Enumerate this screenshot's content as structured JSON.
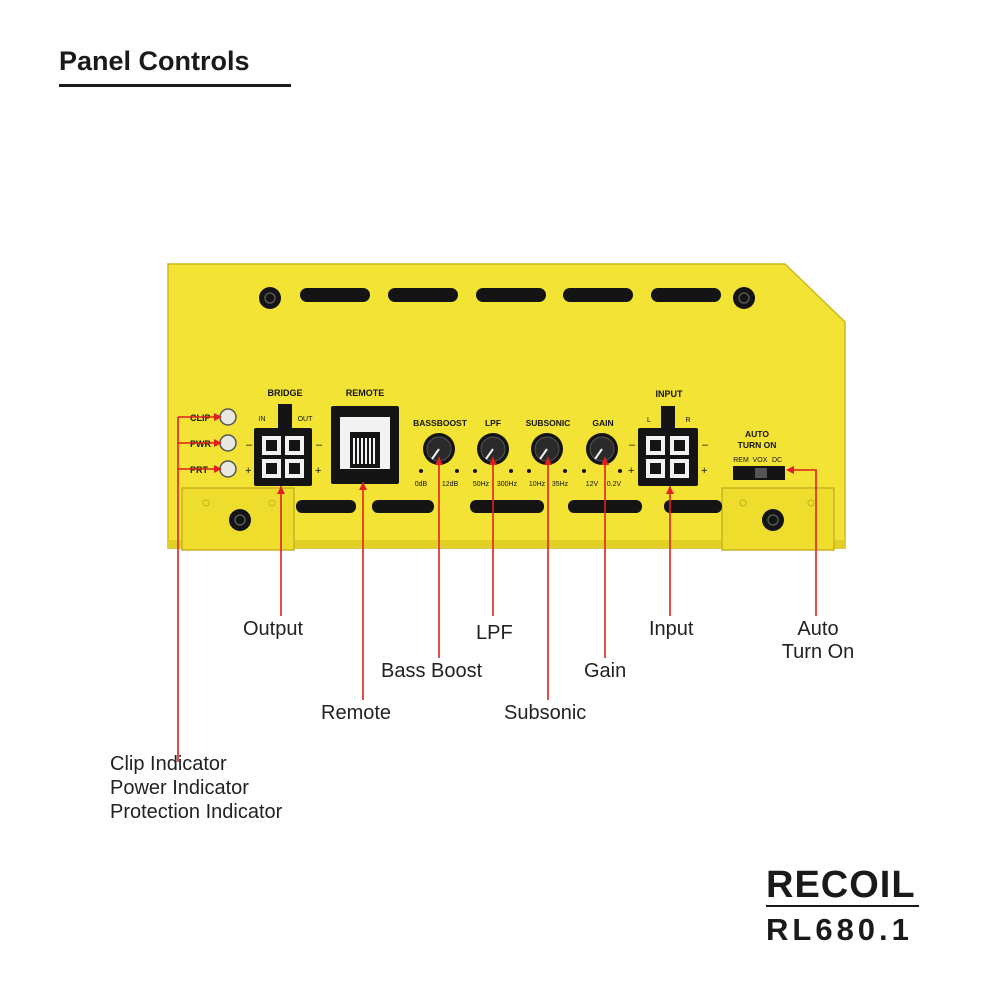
{
  "header": {
    "title": "Panel Controls"
  },
  "panel": {
    "colors": {
      "body": "#f2e334",
      "body_shade": "#e2cf25",
      "red_line": "#e02020",
      "dark": "#141414"
    },
    "labels": {
      "bridge": "BRIDGE",
      "bridge_in": "IN",
      "bridge_out": "OUT",
      "remote": "REMOTE",
      "bassboost": "BASSBOOST",
      "bass_min": "0dB",
      "bass_max": "12dB",
      "lpf": "LPF",
      "lpf_min": "50Hz",
      "lpf_max": "300Hz",
      "subsonic": "SUBSONIC",
      "sub_min": "10Hz",
      "sub_max": "35Hz",
      "gain": "GAIN",
      "gain_min": "12V",
      "gain_max": "0.2V",
      "input": "INPUT",
      "input_l": "L",
      "input_r": "R",
      "auto": "AUTO",
      "turn_on": "TURN ON",
      "rem": "REM",
      "vox": "VOX",
      "dc": "DC",
      "clip": "CLIP",
      "pwr": "PWR",
      "prt": "PRT",
      "minus": "–",
      "plus": "+"
    }
  },
  "callouts": {
    "output": "Output",
    "remote": "Remote",
    "bass_boost": "Bass Boost",
    "lpf": "LPF",
    "subsonic": "Subsonic",
    "gain": "Gain",
    "input": "Input",
    "auto_turn_on": [
      "Auto",
      "Turn On"
    ],
    "indicators": [
      "Clip Indicator",
      "Power Indicator",
      "Protection Indicator"
    ]
  },
  "brand": {
    "name": "RECOIL",
    "model": "RL680.1"
  }
}
